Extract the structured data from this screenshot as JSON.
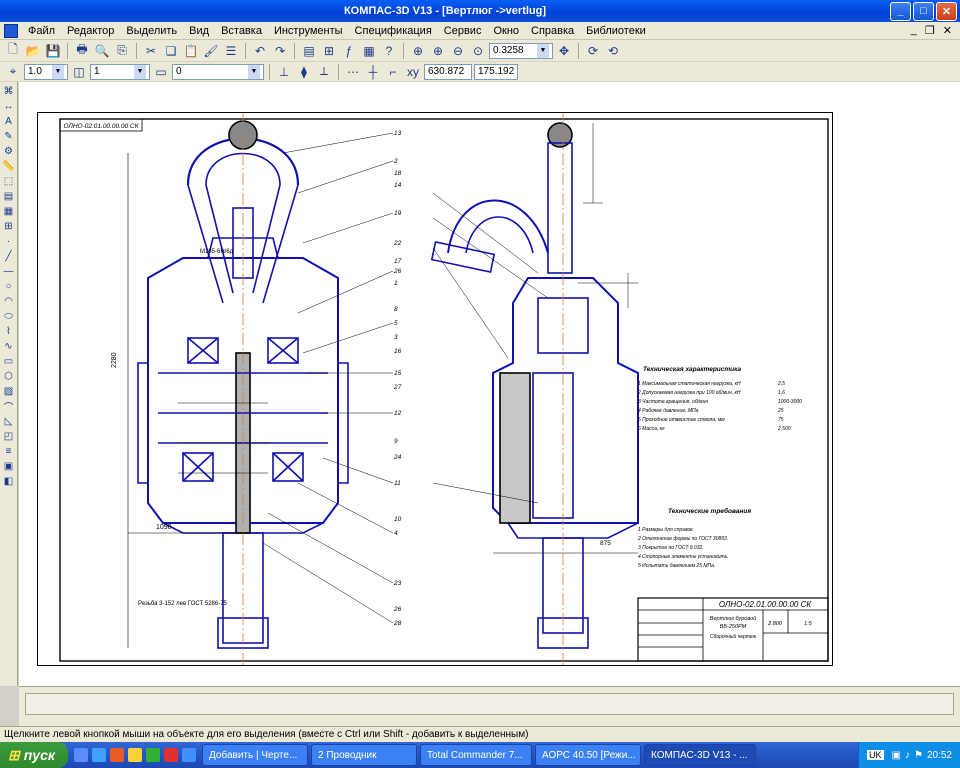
{
  "window": {
    "title": "КОМПАС-3D V13 - [Вертлюг ->vertlug]"
  },
  "menu": [
    "Файл",
    "Редактор",
    "Выделить",
    "Вид",
    "Вставка",
    "Инструменты",
    "Спецификация",
    "Сервис",
    "Окно",
    "Справка",
    "Библиотеки"
  ],
  "toolbar": {
    "zoom": "0.3258",
    "coord_x": "630.872",
    "coord_y": "175.192"
  },
  "toolbar2": {
    "step": "1.0",
    "layer": "1",
    "style": "0"
  },
  "drawing": {
    "stamp_top": "ОЛНО-02.01.00.00.00 СК",
    "title_block_code": "ОЛНО-02.01.00.00.00 СК",
    "title_block_name": "Вертлюг буровой",
    "title_block_sub": "ВБ-250РМ",
    "title_block_desc": "Сборочный чертеж",
    "title_block_scale": "1:5",
    "title_block_mass": "2.800",
    "tech_title": "Техническая характеристика",
    "tech_lines": [
      "1 Максимальная статическая нагрузка, кН",
      "2 Допускаемая нагрузка при 100 об/мин, кН",
      "3 Частота вращения, об/мин",
      "4 Рабочее давление, МПа",
      "5 Проходное отверстие ствола, мм",
      "6 Масса, кг"
    ],
    "tech_values": [
      "2,5",
      "1,6",
      "1000-3000",
      "25",
      "75",
      "2,500"
    ],
    "req_title": "Технические требования",
    "req_lines": [
      "1 Размеры для справок.",
      "2 Отклонение формы по ГОСТ 30893.",
      "3 Покрытие по ГОСТ 9.032.",
      "4 Стопорные элементы установить.",
      "5 Испытать давлением 25 МПа."
    ],
    "labels": [
      "2280",
      "1090",
      "875",
      "Резьба 3-152 лев ГОСТ 5286-75",
      "М185-6Н/6д"
    ],
    "callouts_left": [
      "13",
      "2",
      "18",
      "14",
      "19",
      "22",
      "17",
      "26",
      "1",
      "8",
      "5",
      "3",
      "16",
      "15",
      "27",
      "12",
      "9",
      "24",
      "11",
      "10",
      "4",
      "23",
      "26",
      "28"
    ]
  },
  "status": "Щелкните левой кнопкой мыши на объекте для его выделения (вместе с Ctrl или Shift - добавить к выделенным)",
  "taskbar": {
    "start": "пуск",
    "tasks": [
      "Добавить | Черте...",
      "2 Проводник",
      "Total Commander 7...",
      "АОРС 40.50 [Режи...",
      "КОМПАС-3D V13 - ..."
    ],
    "lang": "UK",
    "clock": "20:52"
  }
}
